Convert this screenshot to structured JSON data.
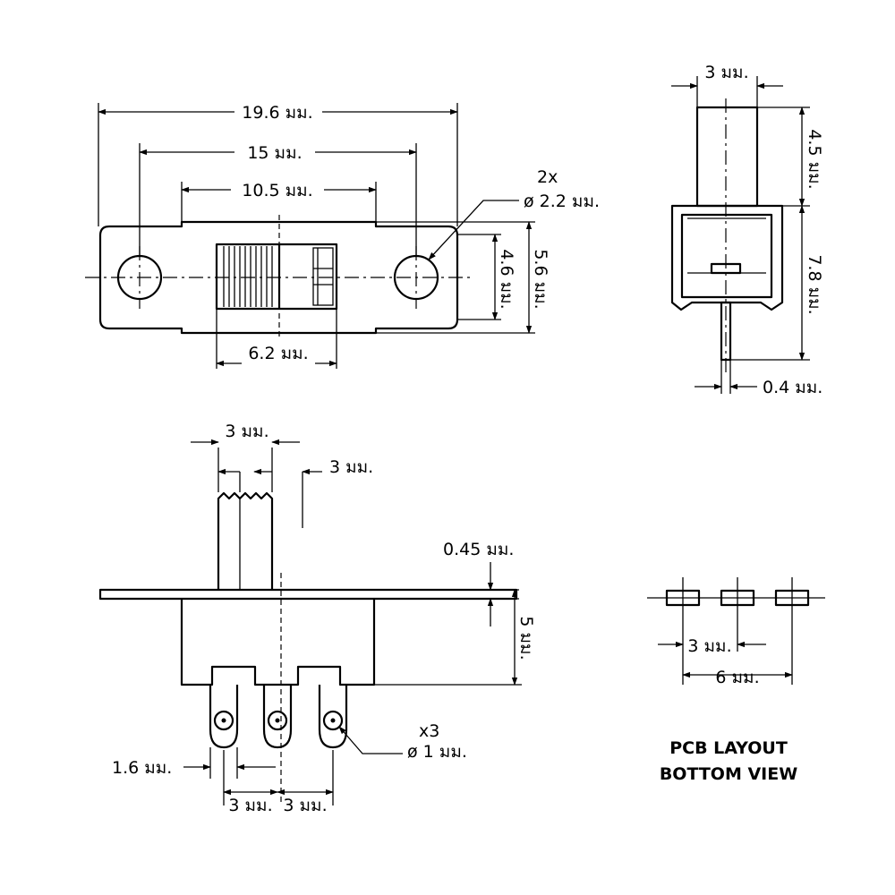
{
  "top_view": {
    "overall_width": "19.6 มม.",
    "hole_spacing": "15 มม.",
    "body_width": "10.5 มม.",
    "hole_count": "2x",
    "hole_diameter": "ø 2.2 มม.",
    "actuator_travel": "6.2 มม.",
    "body_height": "4.6 มม.",
    "flange_height": "5.6 มม."
  },
  "side_view": {
    "actuator_width": "3 มม.",
    "actuator_height": "4.5 มม.",
    "body_height": "7.8 มม.",
    "pin_thickness": "0.4 มม."
  },
  "front_view": {
    "actuator_width": "3 มม.",
    "actuator_offset": "3 มม.",
    "plate_thickness": "0.45 มม.",
    "body_height": "5 มม.",
    "pin_width": "1.6 มม.",
    "pin_pitch_left": "3 มม.",
    "pin_pitch_right": "3 มม.",
    "pin_count": "x3",
    "pin_hole_diameter": "ø 1 มม."
  },
  "pcb": {
    "pitch": "3 มม.",
    "span": "6 มม.",
    "title_line1": "PCB LAYOUT",
    "title_line2": "BOTTOM VIEW"
  }
}
